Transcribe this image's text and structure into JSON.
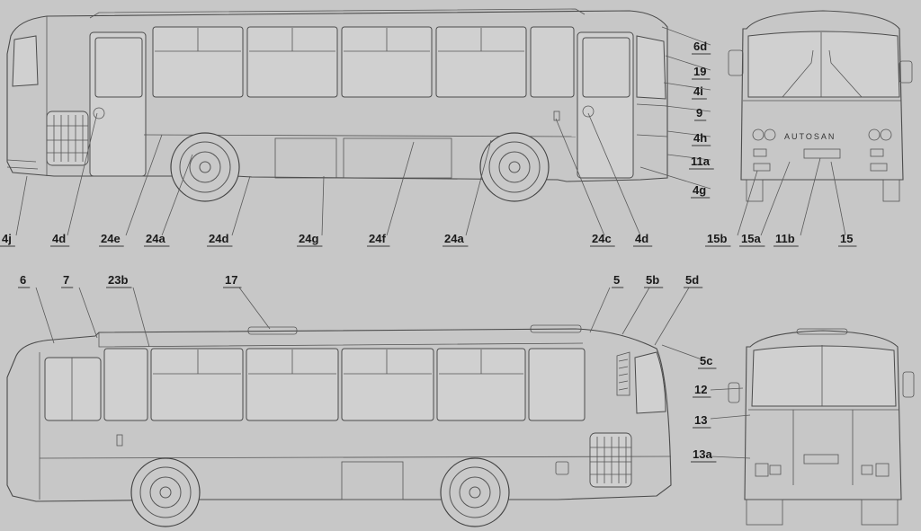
{
  "brand_text": "AUTOSAN",
  "labels": {
    "top": [
      "6d",
      "19",
      "4i",
      "9",
      "4h",
      "11a",
      "4g",
      "4j",
      "4d",
      "24e",
      "24a",
      "24d",
      "24g",
      "24f",
      "24a",
      "24c",
      "4d",
      "15b",
      "15a",
      "11b",
      "15"
    ],
    "bottom": [
      "6",
      "7",
      "23b",
      "17",
      "5",
      "5b",
      "5d",
      "5c",
      "12",
      "13",
      "13a"
    ]
  },
  "colors": {
    "background": "#c7c7c7",
    "line": "#4b4b4b",
    "label": "#1a1a1a"
  }
}
